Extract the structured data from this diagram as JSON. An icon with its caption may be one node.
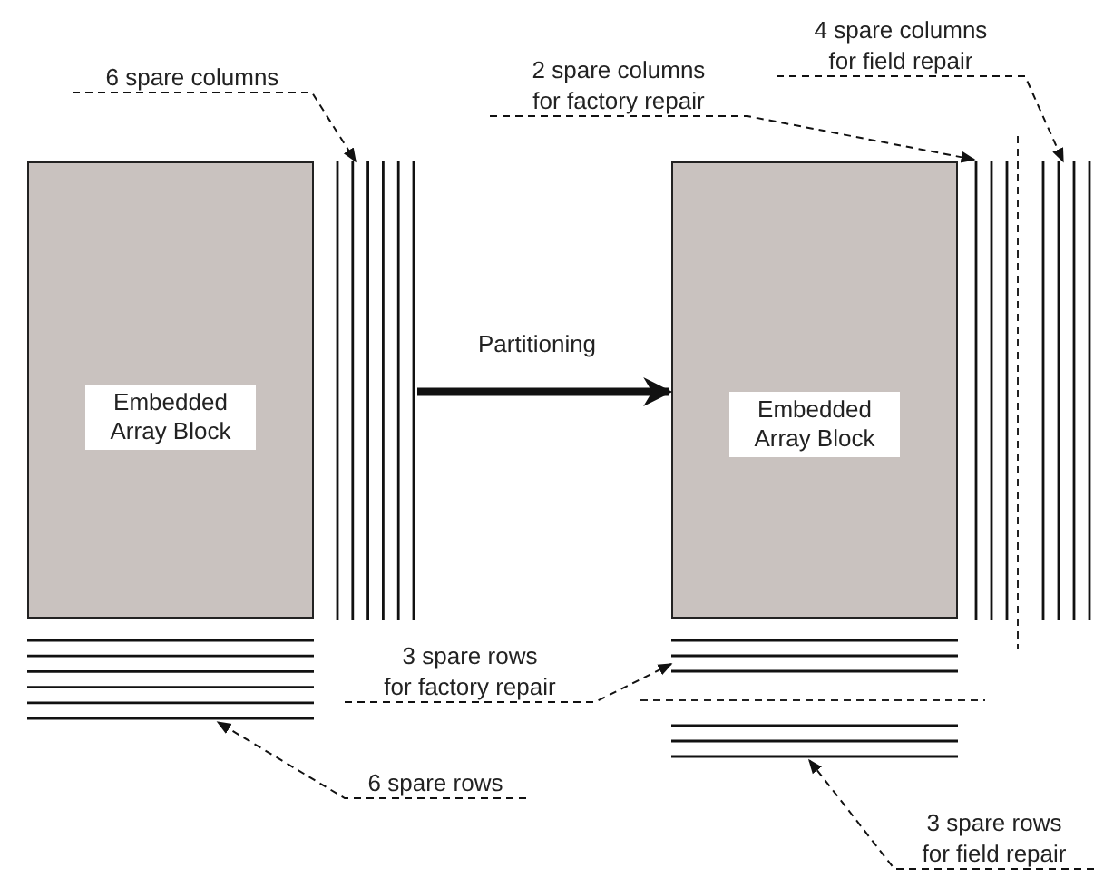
{
  "diagram": {
    "nodes": [
      {
        "text": [
          "Embedded Array Block"
        ]
      },
      {
        "text": [],
        "shape": "lines"
      },
      {
        "text": [],
        "shape": "lines"
      },
      {
        "text": [
          "Embedded Array Block"
        ]
      },
      {
        "text": [],
        "shape": "lines"
      },
      {
        "text": [],
        "shape": "lines"
      },
      {
        "text": [],
        "shape": "lines"
      },
      {
        "text": [],
        "shape": "lines"
      },
      {
        "text": [
          "6 spare columns"
        ]
      },
      {
        "text": [
          "6 spare rows"
        ]
      },
      {
        "text": [
          "2 spare columns for factory repair"
        ]
      },
      {
        "text": [
          "4 spare columns for field repair"
        ]
      },
      {
        "text": [
          "3 spare rows for factory repair"
        ]
      },
      {
        "text": [
          "3 spare rows for field repair"
        ]
      }
    ],
    "edges": [
      {
        "from": 1,
        "to": 3,
        "arrow": "to",
        "label": "Partitioning",
        "style": "thick"
      },
      {
        "from": 8,
        "to": 1,
        "arrow": "to",
        "style": "dashed"
      },
      {
        "from": 9,
        "to": 2,
        "arrow": "to",
        "style": "dashed"
      },
      {
        "from": 10,
        "to": 4,
        "arrow": "to",
        "style": "dashed"
      },
      {
        "from": 11,
        "to": 5,
        "arrow": "to",
        "style": "dashed"
      },
      {
        "from": 12,
        "to": 6,
        "arrow": "to",
        "style": "dashed"
      },
      {
        "from": 13,
        "to": 7,
        "arrow": "to",
        "style": "dashed"
      }
    ]
  }
}
